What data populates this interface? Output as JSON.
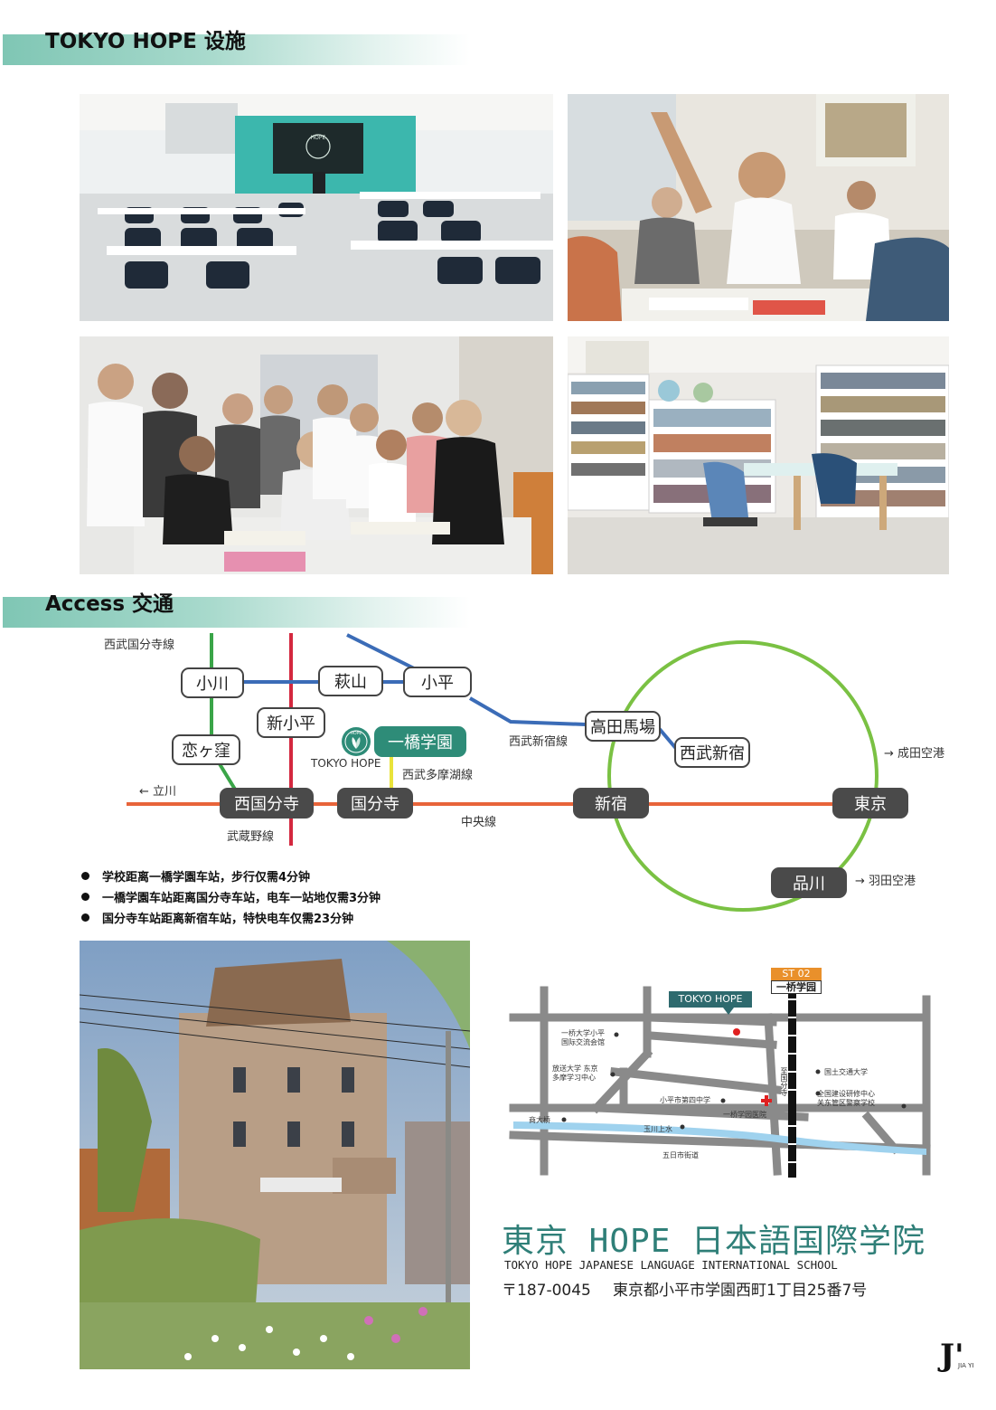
{
  "sections": {
    "facilities": "TOKYO HOPE 设施",
    "access": "Access 交通"
  },
  "photos": {
    "classroom_logo_text": "HOPE"
  },
  "route_map": {
    "stations": {
      "ogawa": "小川",
      "hagiyama": "萩山",
      "kodaira": "小平",
      "shinkodaira": "新小平",
      "koigakubo": "恋ヶ窪",
      "hitotsubashi": "一橋学園",
      "takadanobaba": "高田馬場",
      "seibushinjuku": "西武新宿",
      "nishikokubunji": "西国分寺",
      "kokubunji": "国分寺",
      "shinjuku": "新宿",
      "tokyo": "東京",
      "shinagawa": "品川"
    },
    "lines": {
      "kokubunji_line": "西武国分寺線",
      "shinjuku_line": "西武新宿線",
      "tamako_line": "西武多摩湖線",
      "chuo_line": "中央線",
      "musashino_line": "武蔵野線"
    },
    "destinations": {
      "tachikawa": "← 立川",
      "narita": "→ 成田空港",
      "haneda": "→ 羽田空港"
    },
    "school_badge": "TOKYO HOPE",
    "school_logo_text": "HOPE",
    "colors": {
      "chuo": "#e8643a",
      "musashino": "#d4283f",
      "kokubunji": "#3aa548",
      "shinjuku": "#3b6cb7",
      "tamako": "#e9e33a",
      "yamanote": "#7ac143",
      "teal": "#2e8c78"
    }
  },
  "bullets": [
    "学校距离一橋学園车站，步行仅需4分钟",
    "一橋学園车站距离国分寺车站，电车一站地仅需3分钟",
    "国分寺车站距离新宿车站，特快电车仅需23分钟"
  ],
  "local_map": {
    "station_code": "ST 02",
    "station_name": "一桥学园",
    "school_tag": "TOKYO HOPE",
    "labels": {
      "intl_center": "一桥大学小平\n国际交流会馆",
      "open_univ": "放送大学 东京\n多摩学习中心",
      "jhs": "小平市第四中学",
      "hospital": "一桥学园医院",
      "kokudo": "国土交通大学",
      "kensetsu": "全国建设研修中心\n关东管区警察学校",
      "shodaibashi": "商大桥",
      "tamagawa": "玉川上水",
      "itsukaichi": "五日市街道",
      "rail": "至国分寺"
    }
  },
  "school": {
    "name_jp": "東京 HOPE 日本語国際学院",
    "name_en": "TOKYO HOPE JAPANESE LANGUAGE INTERNATIONAL SCHOOL",
    "postal": "〒187-0045",
    "address": "東京都小平市学園西町1丁目25番7号"
  },
  "brand": {
    "mark": "J'",
    "sub": "JIA YI"
  }
}
